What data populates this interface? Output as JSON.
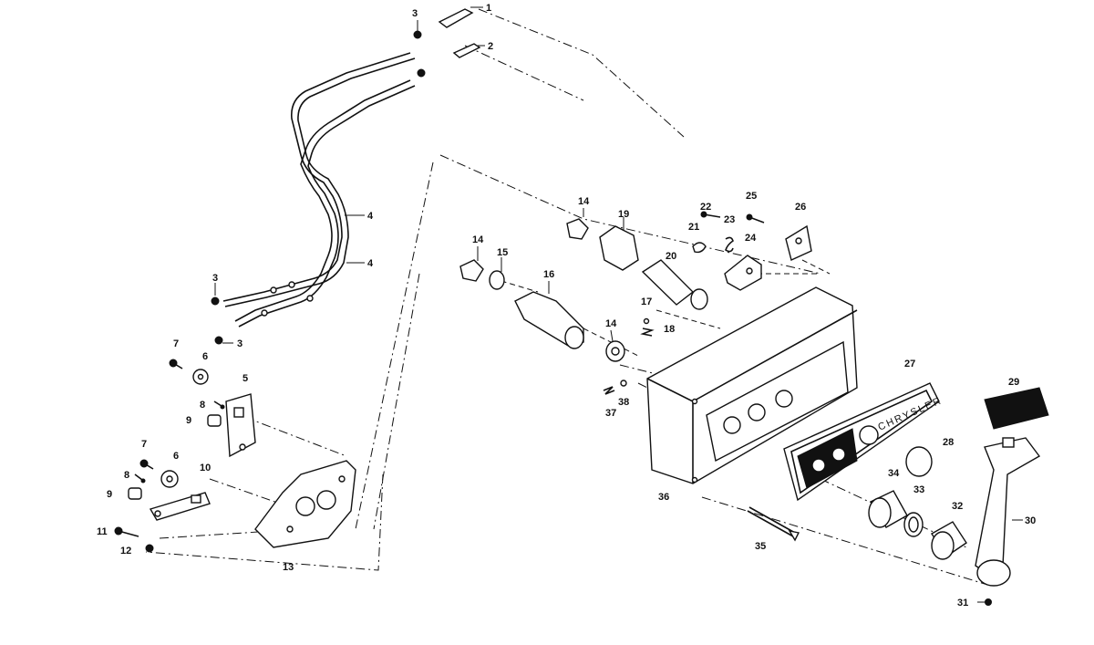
{
  "diagram": {
    "callouts": [
      "1",
      "2",
      "3",
      "3",
      "3",
      "4",
      "4",
      "5",
      "6",
      "6",
      "7",
      "7",
      "8",
      "8",
      "9",
      "9",
      "10",
      "11",
      "12",
      "13",
      "14",
      "14",
      "14",
      "15",
      "16",
      "17",
      "18",
      "19",
      "20",
      "21",
      "22",
      "23",
      "24",
      "25",
      "26",
      "27",
      "28",
      "29",
      "30",
      "31",
      "32",
      "33",
      "34",
      "35",
      "36",
      "37",
      "38"
    ],
    "brand_text": "CHRYSLER",
    "colors": {
      "ink": "#111111",
      "paper": "#ffffff"
    }
  }
}
